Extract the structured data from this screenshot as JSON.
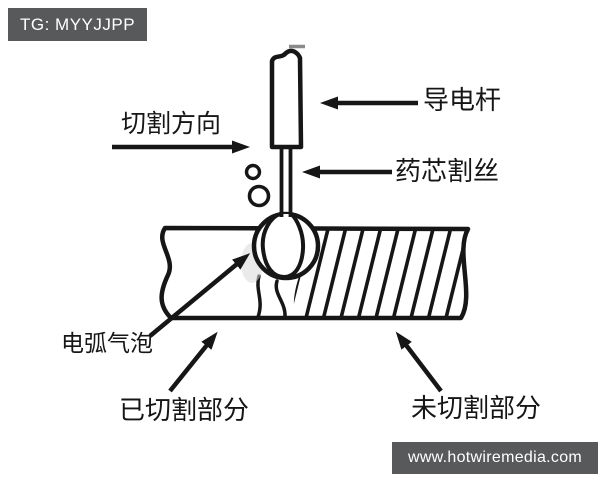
{
  "watermarks": {
    "top": {
      "label": "TG: MYYJJPP",
      "bg": "#58595b",
      "fg": "#ffffff"
    },
    "bottom": {
      "label": "www.hotwiremedia.com",
      "bg": "#58595b",
      "fg": "#ffffff"
    }
  },
  "diagram": {
    "type": "flux-cored-wire-cutting-schematic",
    "ink_color": "#161616",
    "labels": {
      "cutting_direction": "切割方向",
      "conductive_rod": "导电杆",
      "flux_cored_cutting_wire": "药芯割丝",
      "arc_bubble": "电弧气泡",
      "cut_part": "已切割部分",
      "uncut_part": "未切割部分"
    },
    "callouts": [
      {
        "label": "切割方向",
        "arrow_direction": "right"
      },
      {
        "label": "导电杆",
        "arrow_direction": "left",
        "points_to": "conductive-rod"
      },
      {
        "label": "药芯割丝",
        "arrow_direction": "left",
        "points_to": "cutting-wire"
      },
      {
        "label": "电弧气泡",
        "arrow_direction": "up-right",
        "points_to": "arc-bubble-circle"
      },
      {
        "label": "已切割部分",
        "arrow_direction": "up-right",
        "points_to": "cut-plate-region"
      },
      {
        "label": "未切割部分",
        "arrow_direction": "up-left",
        "points_to": "hatched-plate-region"
      }
    ]
  }
}
